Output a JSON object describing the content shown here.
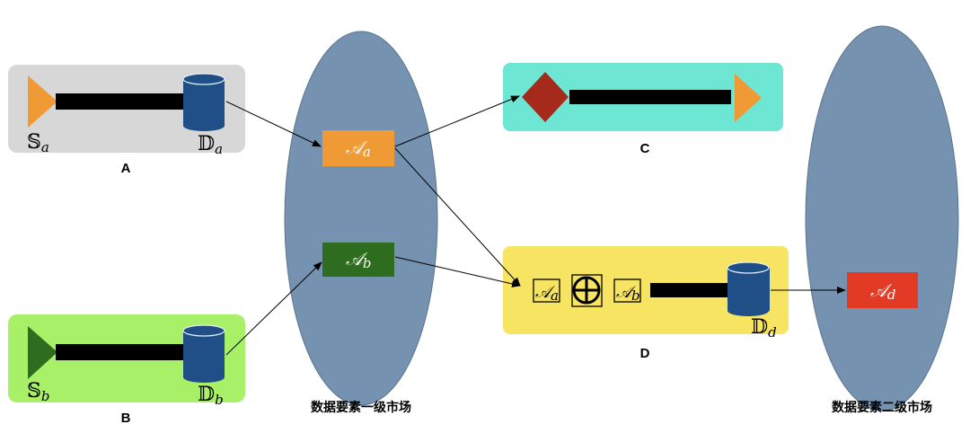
{
  "panels": {
    "A": {
      "label": "A",
      "source_sym": "𝕊",
      "source_sub": "a",
      "db_sym": "𝔻",
      "db_sub": "a",
      "bg": "#d7d7d7",
      "triangle": "#f09a36"
    },
    "B": {
      "label": "B",
      "source_sym": "𝕊",
      "source_sub": "b",
      "db_sym": "𝔻",
      "db_sub": "b",
      "bg": "#a8f068",
      "triangle": "#2e6d1f"
    },
    "C": {
      "label": "C",
      "bg": "#6de6d3",
      "diamond": "#a62a1c",
      "triangle": "#f09a36"
    },
    "D": {
      "label": "D",
      "bg": "#f7e463",
      "db_sym": "𝔻",
      "db_sub": "d",
      "left_sym": "𝒜",
      "left_sub": "a",
      "op_sym": "⨁",
      "right_sym": "𝒜",
      "right_sub": "b"
    }
  },
  "markets": {
    "primary": {
      "label": "数据要素一级市场",
      "color": "#7592b0"
    },
    "secondary": {
      "label": "数据要素二级市场",
      "color": "#7592b0"
    }
  },
  "assets": {
    "a": {
      "sym": "𝒜",
      "sub": "a",
      "color": "#f09a36"
    },
    "b": {
      "sym": "𝒜",
      "sub": "b",
      "color": "#2e6d1f"
    },
    "d": {
      "sym": "𝒜",
      "sub": "d",
      "color": "#e23a24"
    }
  },
  "colors": {
    "db": "#1f4f86",
    "pipe": "#000000"
  }
}
